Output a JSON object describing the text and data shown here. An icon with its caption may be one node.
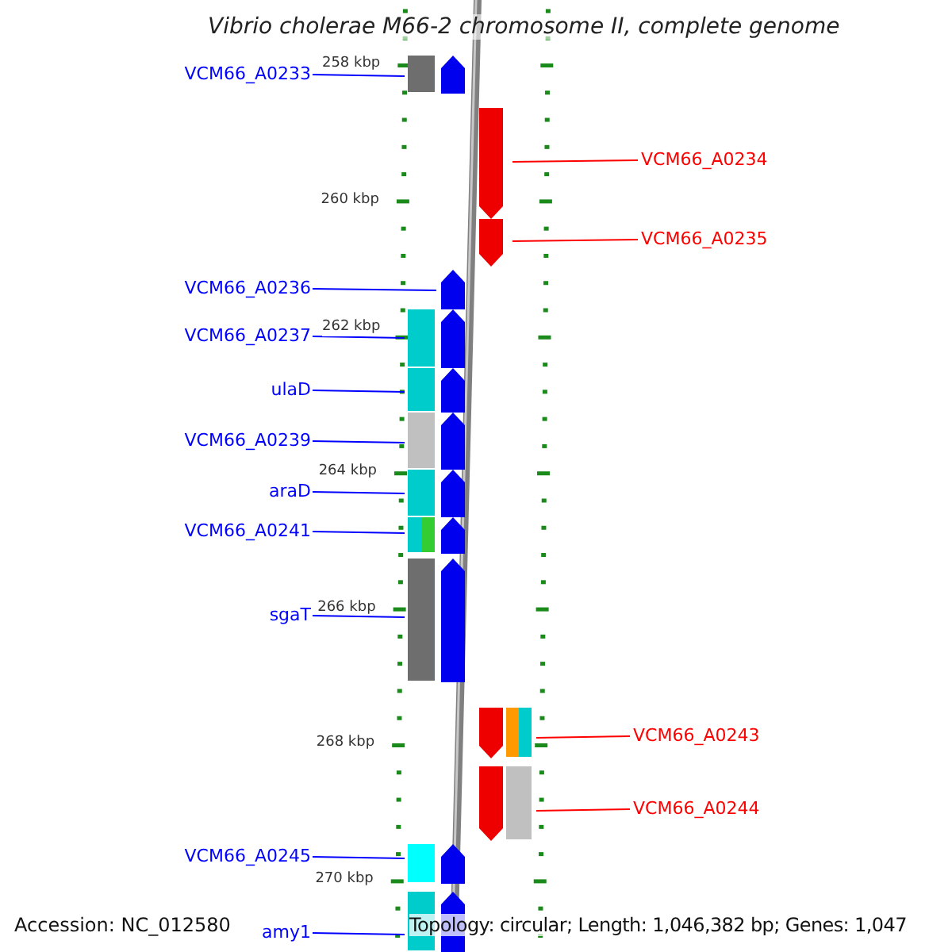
{
  "diagram": {
    "title": "Vibrio cholerae M66-2 chromosome II, complete genome",
    "nodes": [
      {
        "text": [
          "VCM66_A0233"
        ]
      },
      {
        "text": [],
        "shape": "bar"
      },
      {
        "text": [
          "VCM66_A0234"
        ]
      },
      {
        "text": [],
        "shape": "bar"
      },
      {
        "text": [
          "VCM66_A0235"
        ]
      },
      {
        "text": [],
        "shape": "bar"
      },
      {
        "text": [
          "VCM66_A0236"
        ]
      },
      {
        "text": [],
        "shape": "bar"
      },
      {
        "text": [
          "VCM66_A0237"
        ]
      },
      {
        "text": [],
        "shape": "bar"
      },
      {
        "text": [
          "ulaD"
        ]
      },
      {
        "text": [],
        "shape": "bar"
      },
      {
        "text": [
          "VCM66_A0239"
        ]
      },
      {
        "text": [],
        "shape": "bar"
      },
      {
        "text": [
          "araD"
        ]
      },
      {
        "text": [],
        "shape": "bar"
      },
      {
        "text": [
          "VCM66_A0241"
        ]
      },
      {
        "text": [],
        "shape": "bar"
      },
      {
        "text": [
          "sgaT"
        ]
      },
      {
        "text": [],
        "shape": "bar"
      },
      {
        "text": [
          "VCM66_A0243"
        ]
      },
      {
        "text": [],
        "shape": "bar"
      },
      {
        "text": [
          "VCM66_A0244"
        ]
      },
      {
        "text": [],
        "shape": "bar"
      },
      {
        "text": [
          "VCM66_A0245"
        ]
      },
      {
        "text": [],
        "shape": "bar"
      },
      {
        "text": [
          "amy1"
        ]
      },
      {
        "text": [],
        "shape": "bar"
      }
    ],
    "edges": [
      {
        "from": 0,
        "to": 1,
        "arrow": "none"
      },
      {
        "from": 2,
        "to": 3,
        "arrow": "none",
        "color": "#ff0000"
      },
      {
        "from": 4,
        "to": 5,
        "arrow": "none",
        "color": "#ff0000"
      },
      {
        "from": 6,
        "to": 7,
        "arrow": "none"
      },
      {
        "from": 8,
        "to": 9,
        "arrow": "none"
      },
      {
        "from": 10,
        "to": 11,
        "arrow": "none"
      },
      {
        "from": 12,
        "to": 13,
        "arrow": "none"
      },
      {
        "from": 14,
        "to": 15,
        "arrow": "none"
      },
      {
        "from": 16,
        "to": 17,
        "arrow": "none"
      },
      {
        "from": 18,
        "to": 19,
        "arrow": "none"
      },
      {
        "from": 20,
        "to": 21,
        "arrow": "none",
        "color": "#ff0000"
      },
      {
        "from": 22,
        "to": 23,
        "arrow": "none",
        "color": "#ff0000"
      },
      {
        "from": 24,
        "to": 25,
        "arrow": "none"
      },
      {
        "from": 26,
        "to": 27,
        "arrow": "none"
      }
    ],
    "labels": [
      "258 kbp",
      "260 kbp",
      "262 kbp",
      "264 kbp",
      "266 kbp",
      "268 kbp",
      "270 kbp",
      "Accession: NC_012580",
      "Topology: circular; Length: 1,046,382 bp; Genes: 1,047"
    ]
  }
}
